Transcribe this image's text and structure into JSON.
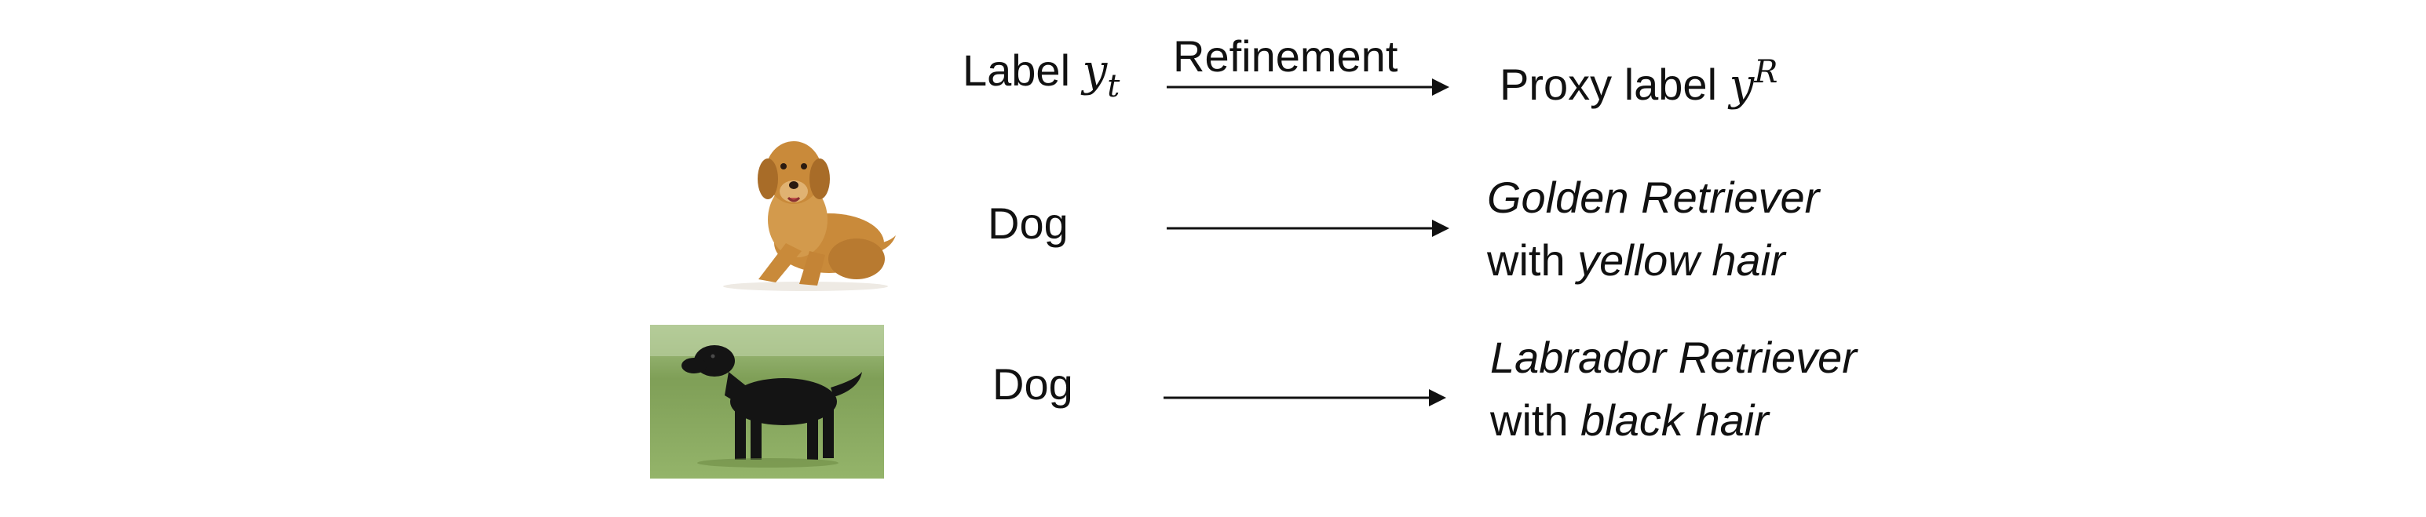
{
  "header": {
    "label_prefix": "Label",
    "label_var": "y",
    "label_sub": "t",
    "refinement": "Refinement",
    "proxy_prefix": "Proxy label",
    "proxy_var": "y",
    "proxy_sup": "R"
  },
  "rows": [
    {
      "image": "golden-retriever-photo",
      "label": "Dog",
      "proxy_line1": "Golden Retriever",
      "proxy_line2_prefix": "with",
      "proxy_line2_attr": "yellow hair"
    },
    {
      "image": "labrador-retriever-photo",
      "label": "Dog",
      "proxy_line1": "Labrador Retriever",
      "proxy_line2_prefix": "with",
      "proxy_line2_attr": "black hair"
    }
  ],
  "colors": {
    "text": "#111111",
    "arrow": "#111111",
    "grass": "#8fae63",
    "golden_fur": "#c98a3a",
    "black_fur": "#141414"
  }
}
